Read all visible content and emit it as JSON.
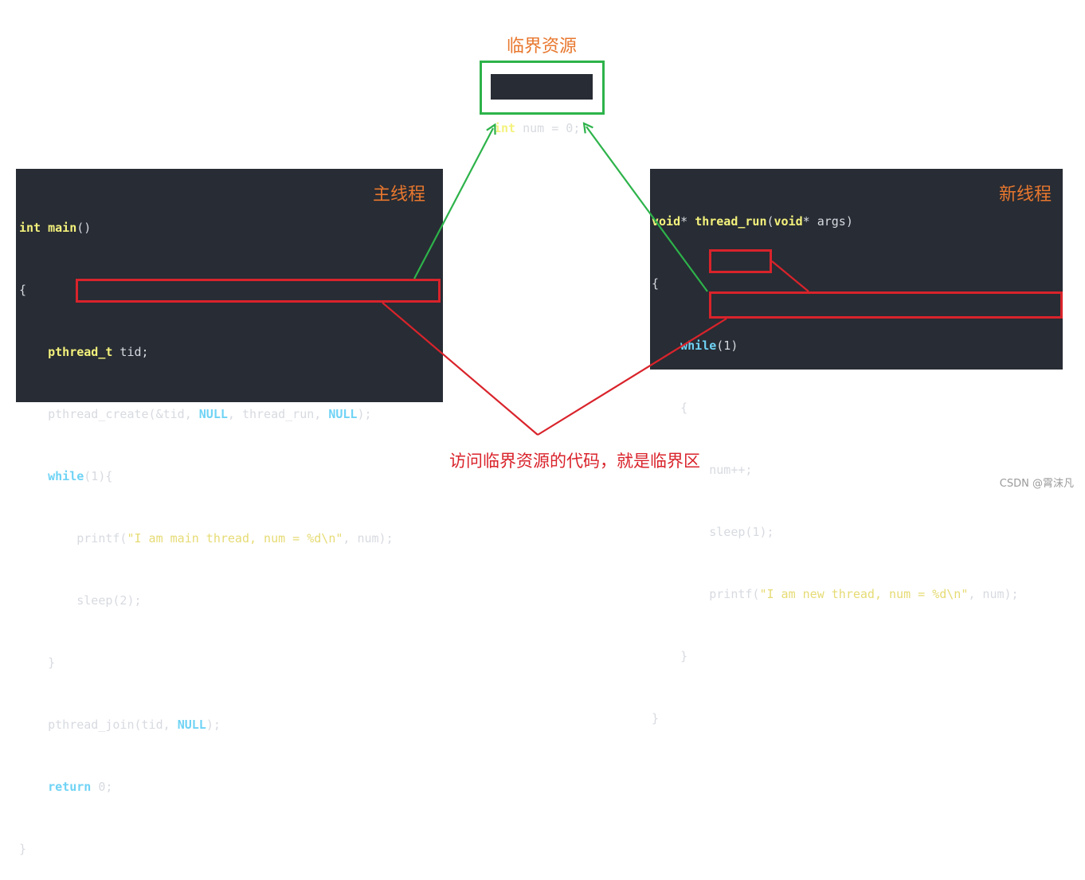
{
  "labels": {
    "critical_resource": "临界资源",
    "main_thread": "主线程",
    "new_thread": "新线程",
    "critical_section": "访问临界资源的代码，就是临界区",
    "watermark": "CSDN @霄沫凡"
  },
  "shared": {
    "type": "int",
    "rest": " num = 0;"
  },
  "main_code": {
    "l1_type": "int",
    "l1_name": " main",
    "l1_rest": "()",
    "l2": "{",
    "l3_type": "pthread_t",
    "l3_rest": " tid;",
    "l4_a": "pthread_create(&tid, ",
    "l4_null1": "NULL",
    "l4_b": ", thread_run, ",
    "l4_null2": "NULL",
    "l4_c": ");",
    "l5_kw": "while",
    "l5_rest": "(1){",
    "l6_a": "printf(",
    "l6_str": "\"I am main thread, num = %d\\n\"",
    "l6_b": ", num);",
    "l7": "sleep(2);",
    "l8": "}",
    "l9_a": "pthread_join(tid, ",
    "l9_null": "NULL",
    "l9_b": ");",
    "l10_kw": "return",
    "l10_rest": " 0;",
    "l11": "}"
  },
  "thread_code": {
    "l1_type": "void",
    "l1_a": "* ",
    "l1_name": "thread_run",
    "l1_b": "(",
    "l1_type2": "void",
    "l1_c": "* args)",
    "l2": "{",
    "l3_kw": "while",
    "l3_rest": "(1)",
    "l4": "{",
    "l5": "num++;",
    "l6": "sleep(1);",
    "l7_a": "printf(",
    "l7_str": "\"I am new thread, num = %d\\n\"",
    "l7_b": ", num);",
    "l8": "}",
    "l9": "}"
  },
  "colors": {
    "green": "#2db34a",
    "red": "#d9232b",
    "orange": "#e8772e",
    "code_bg": "#282c34"
  }
}
